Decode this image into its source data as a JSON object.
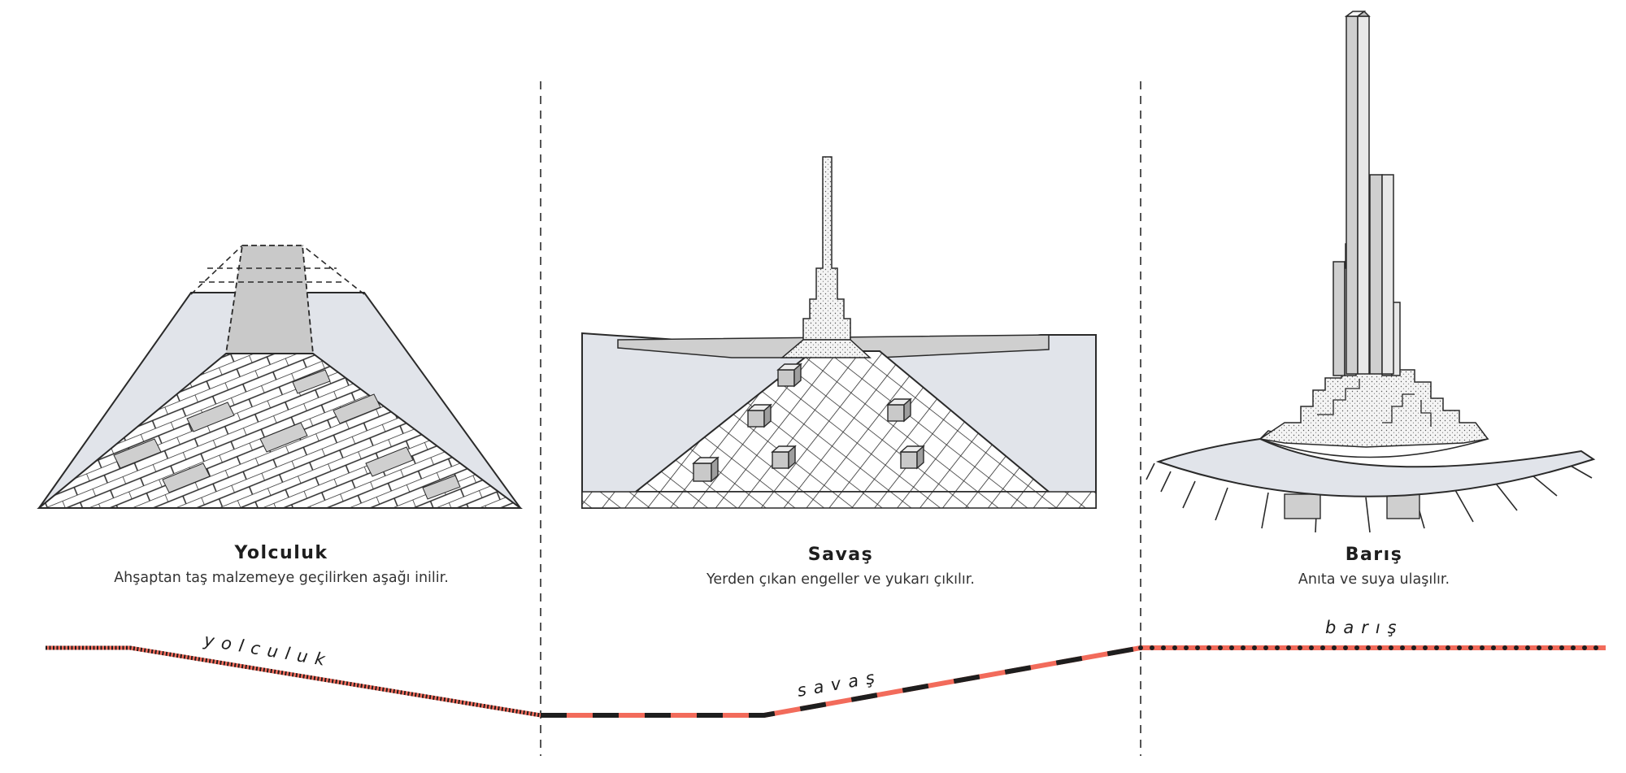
{
  "sections": [
    {
      "title": "Yolculuk",
      "description": "Ahşaptan taş malzemeye geçilirken aşağı inilir."
    },
    {
      "title": "Savaş",
      "description": "Yerden çıkan engeller ve yukarı çıkılır."
    },
    {
      "title": "Barış",
      "description": "Anıta ve suya ulaşılır."
    }
  ],
  "path_labels": {
    "journey": "yolculuk",
    "war": "savaş",
    "peace": "barış"
  },
  "colors": {
    "accent": "#f26b5b",
    "ink": "#1e1e1e",
    "shade_light": "#e1e4ea",
    "shade_mid": "#c9c9c9",
    "divider": "#555555"
  }
}
